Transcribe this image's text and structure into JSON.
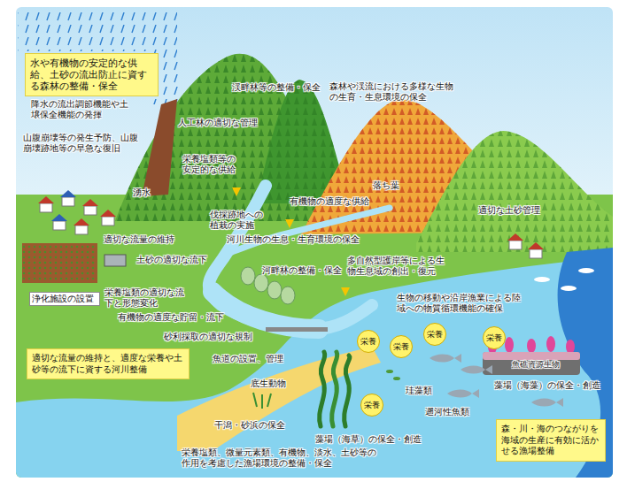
{
  "diagram": {
    "nodes": [
      {
        "text": [
          "水や有機物の安定的な供給、土砂の流出防止に資する森林の整備・保全"
        ]
      },
      {
        "text": [
          "栄養"
        ]
      },
      {
        "text": [
          "栄養"
        ]
      },
      {
        "text": [
          "栄養"
        ]
      },
      {
        "text": [
          "栄養"
        ]
      },
      {
        "text": [
          "適切な流量の維持と、適度な栄養や土砂等の流下に資する河川整備"
        ]
      },
      {
        "text": [
          "栄養"
        ]
      },
      {
        "text": [
          "森・川・海のつながりを海域の生産に有効に活かせる漁場整備"
        ]
      }
    ],
    "labels": [
      "降水の流出調節機能や土壌保全機能の発揮",
      "渓畔林等の整備・保全",
      "森林や渓流における多様な生物の生育・生息環境の保全",
      "人工林の適切な管理",
      "山腹崩壊等の発生予防、山腹崩壊跡地等の早急な復旧",
      "栄養塩類等の安定的な供給",
      "湧水",
      "落ち葉",
      "有機物の適度な供給",
      "適切な土砂管理",
      "伐採跡地への植栽の実施",
      "適切な流量の維持",
      "河川生物の生息・生育環境の保全",
      "土砂の適切な流下",
      "河畔林の整備・保全",
      "多自然型護岸等による生物生息域の創出・復元",
      "浄化施設の設置",
      "栄養塩類の適切な流下と形態変化",
      "生物の移動や沿岸漁業による陸域への物質循環機能の確保",
      "有機物の適度な貯留・流下",
      "砂利採取の適切な規制",
      "魚道の設置、管理",
      "魚礁資源生物",
      "底生動物",
      "藻場（海藻）の保全・創造",
      "珪藻類",
      "遡河性魚類",
      "干潟・砂浜の保全",
      "藻場（海草）の保全・創造",
      "栄養塩類、微量元素類、有機物、淡水、土砂等の作用を考慮した漁場環境の整備・保全"
    ]
  }
}
